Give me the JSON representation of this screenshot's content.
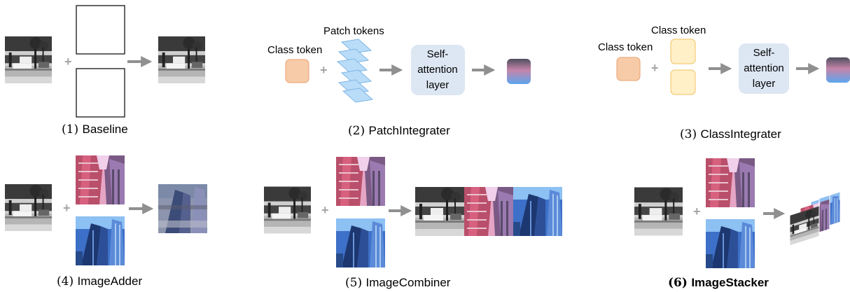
{
  "panels": {
    "baseline": {
      "number": "(1)",
      "name": "Baseline"
    },
    "patch_integrater": {
      "number": "(2)",
      "name": "PatchIntegrater",
      "patch_tokens_label": "Patch tokens",
      "class_token_label": "Class token",
      "sa_line1": "Self-",
      "sa_line2": "attention",
      "sa_line3": "layer"
    },
    "class_integrater": {
      "number": "(3)",
      "name": "ClassIntegrater",
      "class_token_top_label": "Class token",
      "class_token_left_label": "Class token",
      "sa_line1": "Self-",
      "sa_line2": "attention",
      "sa_line3": "layer"
    },
    "image_adder": {
      "number": "(4)",
      "name": "ImageAdder"
    },
    "image_combiner": {
      "number": "(5)",
      "name": "ImageCombiner"
    },
    "image_stacker": {
      "number": "(6)",
      "name": "ImageStacker"
    }
  },
  "plus_sign": "+",
  "colors": {
    "arrow": "#909090",
    "plus": "#a6a6a6",
    "class_token_fill": "#f8cba8",
    "class_token_stroke": "#e8a070",
    "class_token2_fill": "#fff0c8",
    "class_token2_stroke": "#f0c060",
    "patch_fill": "#b9dcf8",
    "patch_stroke": "#7fb5e6",
    "sa_box": "#dde7f3",
    "output_top": "#4f4f5f",
    "output_mid": "#c585aa",
    "output_bottom": "#5ea5ef"
  }
}
